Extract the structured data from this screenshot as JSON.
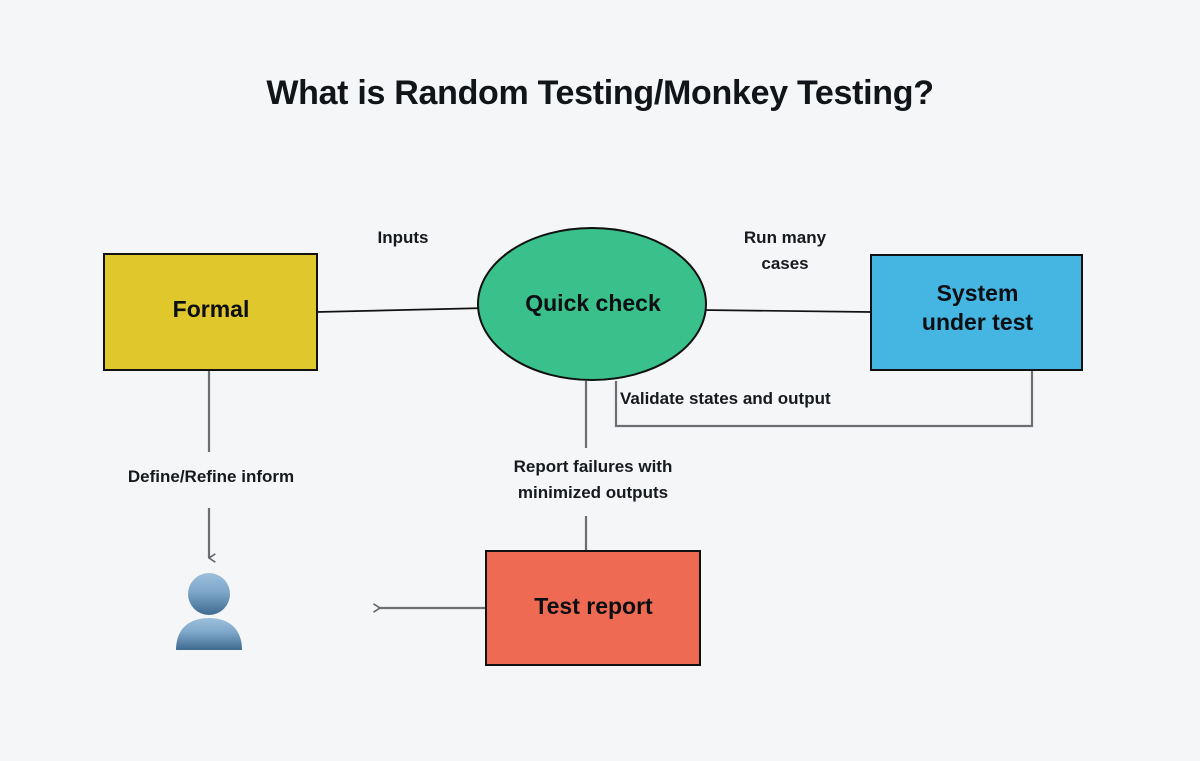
{
  "page": {
    "title": "What is Random Testing/Monkey Testing?",
    "background_color": "#f5f6f7"
  },
  "colors": {
    "formal_box": "#dfc72c",
    "quick_check_ellipse": "#39c08b",
    "system_under_test_box": "#45b6e2",
    "test_report_box": "#ee6a53",
    "stroke": "#111111",
    "connector": "#6b6f73",
    "avatar_top": "#93b8d8",
    "avatar_bottom": "#416a92",
    "text": "#111418"
  },
  "nodes": {
    "formal": {
      "label": "Formal",
      "shape": "rectangle"
    },
    "quick_check": {
      "label": "Quick check",
      "shape": "ellipse"
    },
    "system_under_test": {
      "label": "System\nunder test",
      "line1": "System",
      "line2": "under test",
      "shape": "rectangle"
    },
    "test_report": {
      "label": "Test report",
      "shape": "rectangle"
    },
    "actor": {
      "label": "",
      "shape": "person-avatar"
    }
  },
  "edges": [
    {
      "id": "inputs",
      "label": "Inputs",
      "from": "formal",
      "to": "quick_check"
    },
    {
      "id": "run-many-cases",
      "label": "Run many\ncases",
      "line1": "Run many",
      "line2": "cases",
      "from": "quick_check",
      "to": "system_under_test"
    },
    {
      "id": "validate-states",
      "label": "Validate states and output",
      "from": "system_under_test",
      "to": "quick_check"
    },
    {
      "id": "report-failures",
      "label": "Report failures with\nminimized outputs",
      "line1": "Report failures with",
      "line2": "minimized outputs",
      "from": "quick_check",
      "to": "test_report"
    },
    {
      "id": "define-refine",
      "label": "Define/Refine inform",
      "from": "formal",
      "to": "actor"
    },
    {
      "id": "report-out",
      "label": "",
      "from": "test_report",
      "to": "actor"
    }
  ],
  "edge_labels": {
    "inputs": "Inputs",
    "run_many_line1": "Run many",
    "run_many_line2": "cases",
    "validate": "Validate states and output",
    "define_refine": "Define/Refine inform",
    "failures_line1": "Report failures with",
    "failures_line2": "minimized outputs"
  }
}
